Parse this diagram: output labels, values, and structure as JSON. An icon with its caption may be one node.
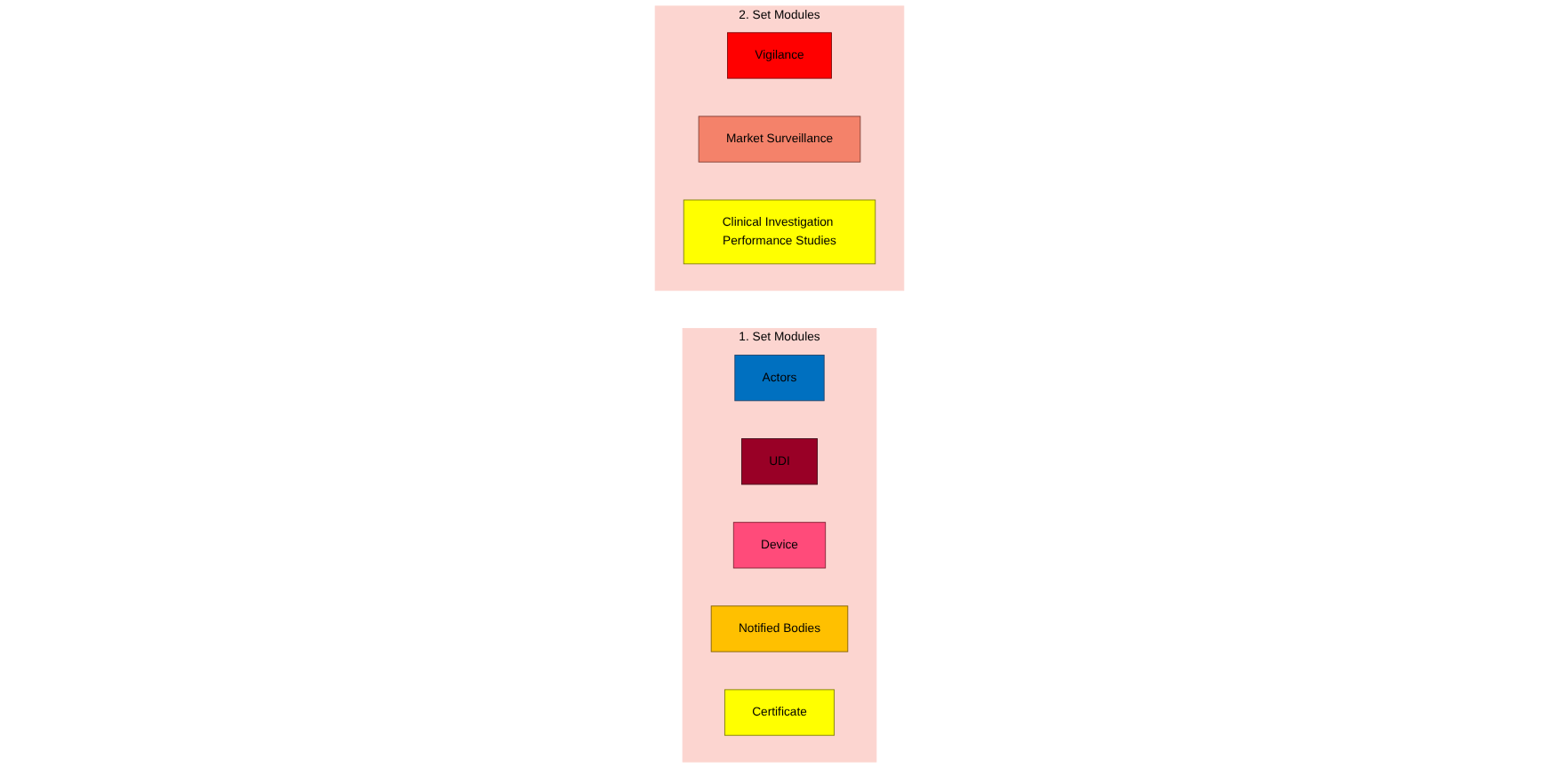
{
  "diagram": {
    "nodes": [
      {
        "text": [
          "1. Set Modules"
        ]
      },
      {
        "text": [
          "Actors"
        ],
        "in": 0
      },
      {
        "text": [
          "UDI"
        ],
        "in": 0
      },
      {
        "text": [
          "Device"
        ],
        "in": 0
      },
      {
        "text": [
          "Notified Bodies"
        ],
        "in": 0
      },
      {
        "text": [
          "Certificate"
        ],
        "in": 0
      },
      {
        "text": [
          "2. Set Modules"
        ]
      },
      {
        "text": [
          "Vigilance"
        ],
        "in": 6
      },
      {
        "text": [
          "Market Surveillance"
        ],
        "in": 6
      },
      {
        "text": [
          "Clinical Investigation Performance Studies"
        ],
        "in": 6
      }
    ]
  }
}
